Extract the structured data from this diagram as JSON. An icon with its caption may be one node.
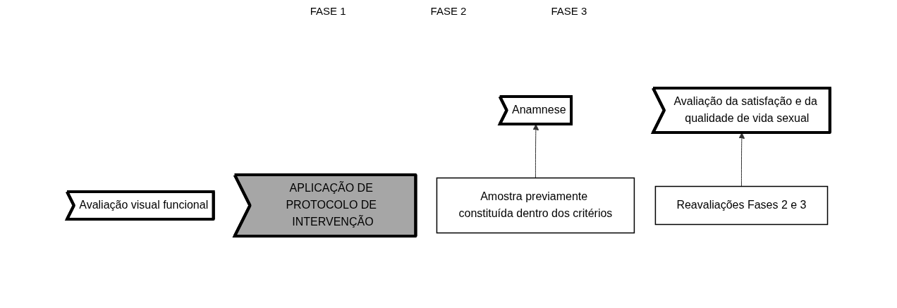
{
  "diagram": {
    "nodes": [
      {
        "text": [
          "Anamnese"
        ]
      },
      {
        "text": [
          "Avaliação visual funcional"
        ]
      },
      {
        "text": [
          "Avaliação da satisfação e da qualidade de vida sexual"
        ]
      },
      {
        "text": [
          "APLICAÇÃO DE PROTOCOLO DE INTERVENÇÃO"
        ]
      },
      {
        "text": [
          "Amostra previamente constituída dentro dos critérios"
        ]
      },
      {
        "text": [
          "Reavaliações Fases 2 e 3"
        ]
      }
    ],
    "edges": [
      {
        "from": 4,
        "to": 0,
        "arrow": "to"
      },
      {
        "from": 5,
        "to": 2,
        "arrow": "to"
      }
    ],
    "labels": [
      "FASE 1",
      "FASE 2",
      "FASE 3"
    ]
  }
}
